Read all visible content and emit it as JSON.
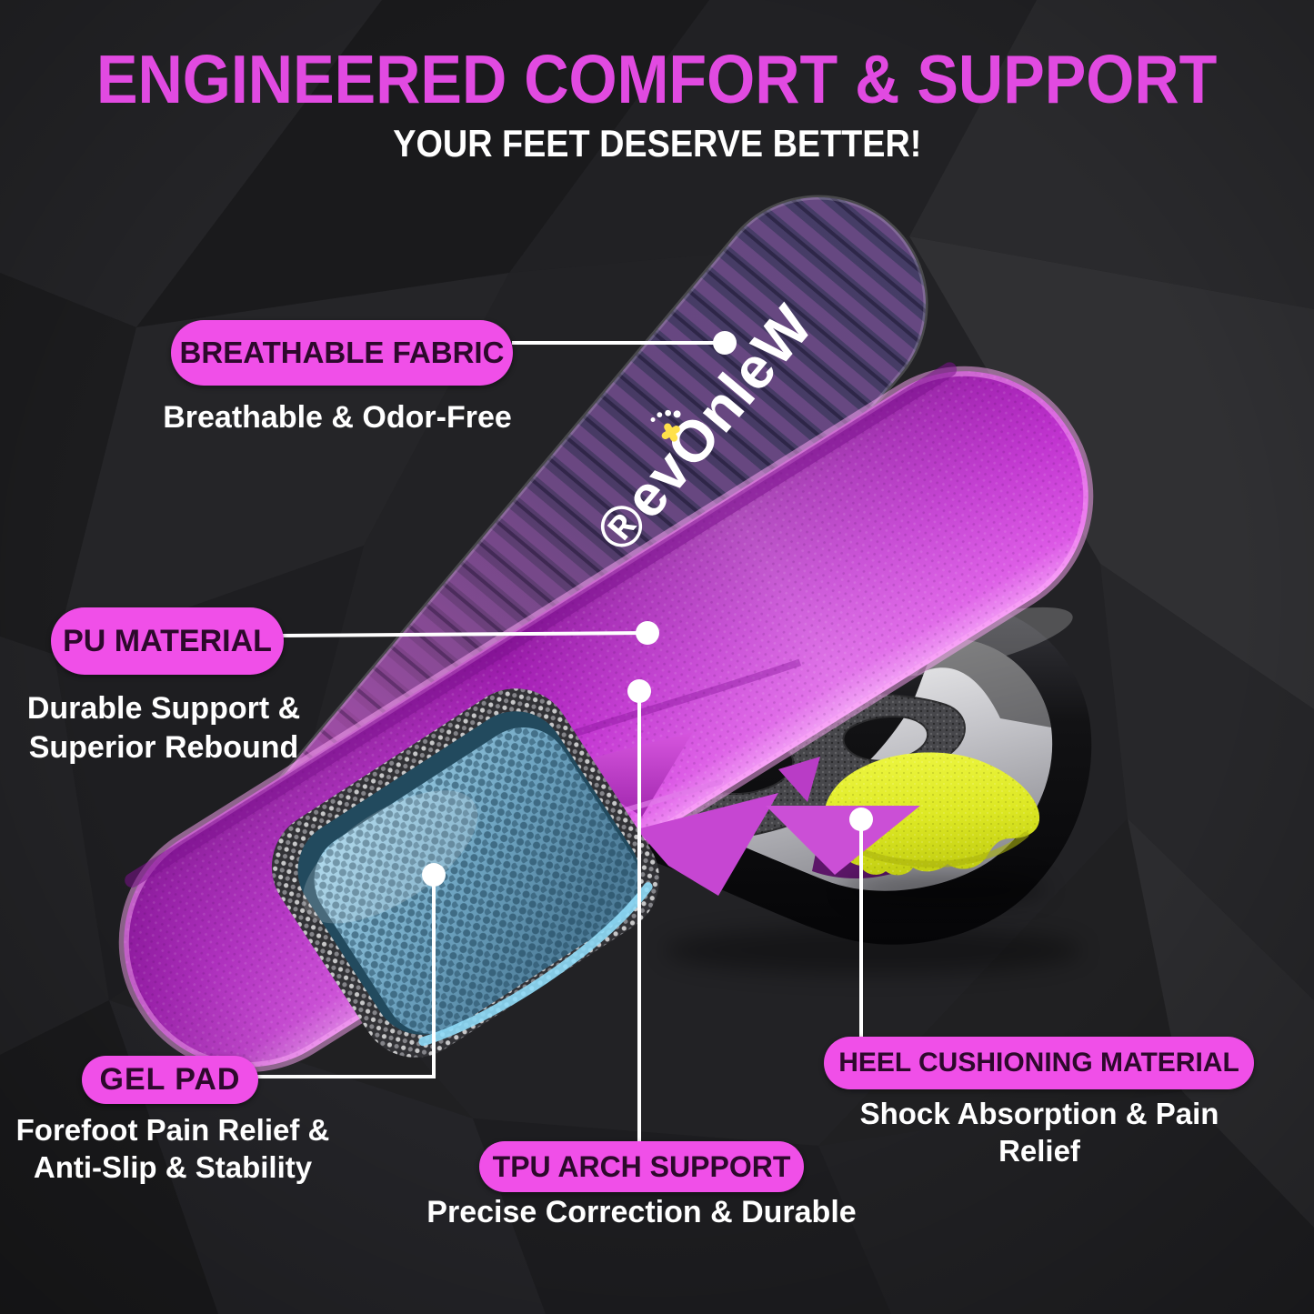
{
  "header": {
    "title": "ENGINEERED COMFORT & SUPPORT",
    "subtitle": "YOUR FEET DESERVE BETTER!"
  },
  "brand": {
    "name": "WelnOve®"
  },
  "callouts": [
    {
      "id": "breathable-fabric",
      "label": "BREATHABLE FABRIC",
      "description": "Breathable & Odor-Free"
    },
    {
      "id": "pu-material",
      "label": "PU MATERIAL",
      "description": "Durable Support &\nSuperior Rebound"
    },
    {
      "id": "gel-pad",
      "label": "GEL PAD",
      "description": "Forefoot Pain Relief &\nAnti-Slip & Stability"
    },
    {
      "id": "tpu-arch-support",
      "label": "TPU ARCH SUPPORT",
      "description": "Precise Correction & Durable"
    },
    {
      "id": "heel-cushioning",
      "label": "HEEL CUSHIONING MATERIAL",
      "description": "Shock Absorption & Pain Relief"
    }
  ],
  "colors": {
    "background": "#202022",
    "accent_pink_pill": "#f04fe8",
    "title_pink": "#e14ae1",
    "pill_text": "#2d092c",
    "callout_line": "#ffffff",
    "fabric_insole": "#3b3457",
    "pu_insole_purple": "#c032cf",
    "tpu_black": "#0a0a0c",
    "gel_pad_blue": "#6da3c0",
    "heel_cushion_yellow": "#dde824",
    "logo_foot_yellow": "#ffe14a"
  }
}
